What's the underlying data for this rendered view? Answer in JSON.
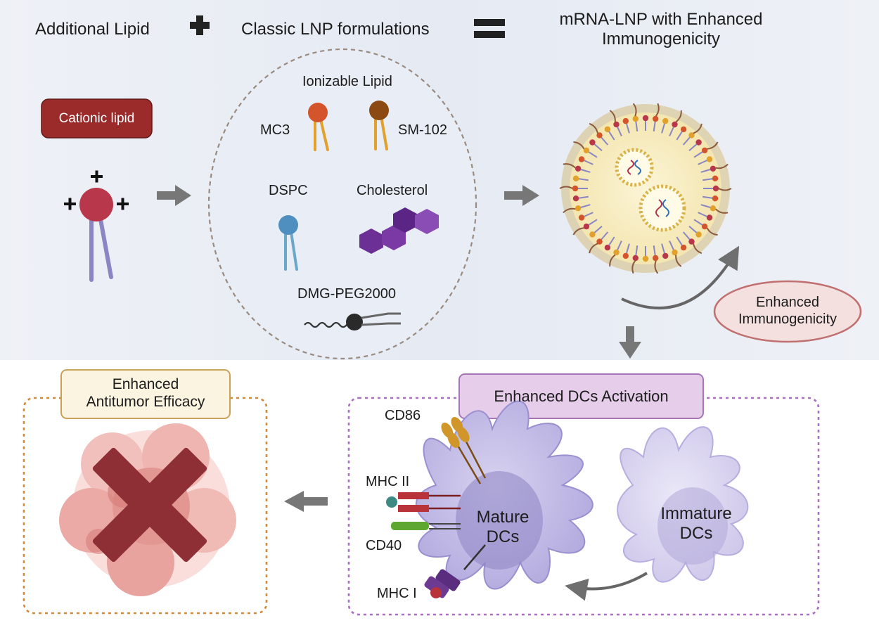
{
  "header": {
    "additional_lipid": "Additional Lipid",
    "classic_formulations": "Classic LNP formulations",
    "result_line1": "mRNA-LNP with Enhanced",
    "result_line2": "Immunogenicity"
  },
  "additional": {
    "badge": "Cationic lipid",
    "charge": "+"
  },
  "classic": {
    "ionizable_title": "Ionizable Lipid",
    "mc3": "MC3",
    "sm102": "SM-102",
    "dspc": "DSPC",
    "cholesterol": "Cholesterol",
    "peg": "DMG-PEG2000"
  },
  "immunogenicity_badge": {
    "line1": "Enhanced",
    "line2": "Immunogenicity"
  },
  "dc_panel": {
    "title": "Enhanced DCs Activation",
    "cd86": "CD86",
    "mhc2": "MHC II",
    "cd40": "CD40",
    "mhc1": "MHC I",
    "mature_line1": "Mature",
    "mature_line2": "DCs",
    "immature_line1": "Immature",
    "immature_line2": "DCs"
  },
  "tumor_panel": {
    "title_line1": "Enhanced",
    "title_line2": "Antitumor Efficacy"
  },
  "colors": {
    "cationic": "#b8374a",
    "badge_bg": "#9b2b2b",
    "mc3_head": "#d4542b",
    "sm102_head": "#8a4a12",
    "lipid_tail": "#e2a12d",
    "dspc": "#4f8fbf",
    "cholesterol": "#6b2f96",
    "tumor_cross": "#8e2f35",
    "dc_cell": "#c8c2e8",
    "dc_panel_border": "#a86fc2",
    "tumor_panel_border": "#d08a3c",
    "arrow": "#6f6f6f"
  }
}
